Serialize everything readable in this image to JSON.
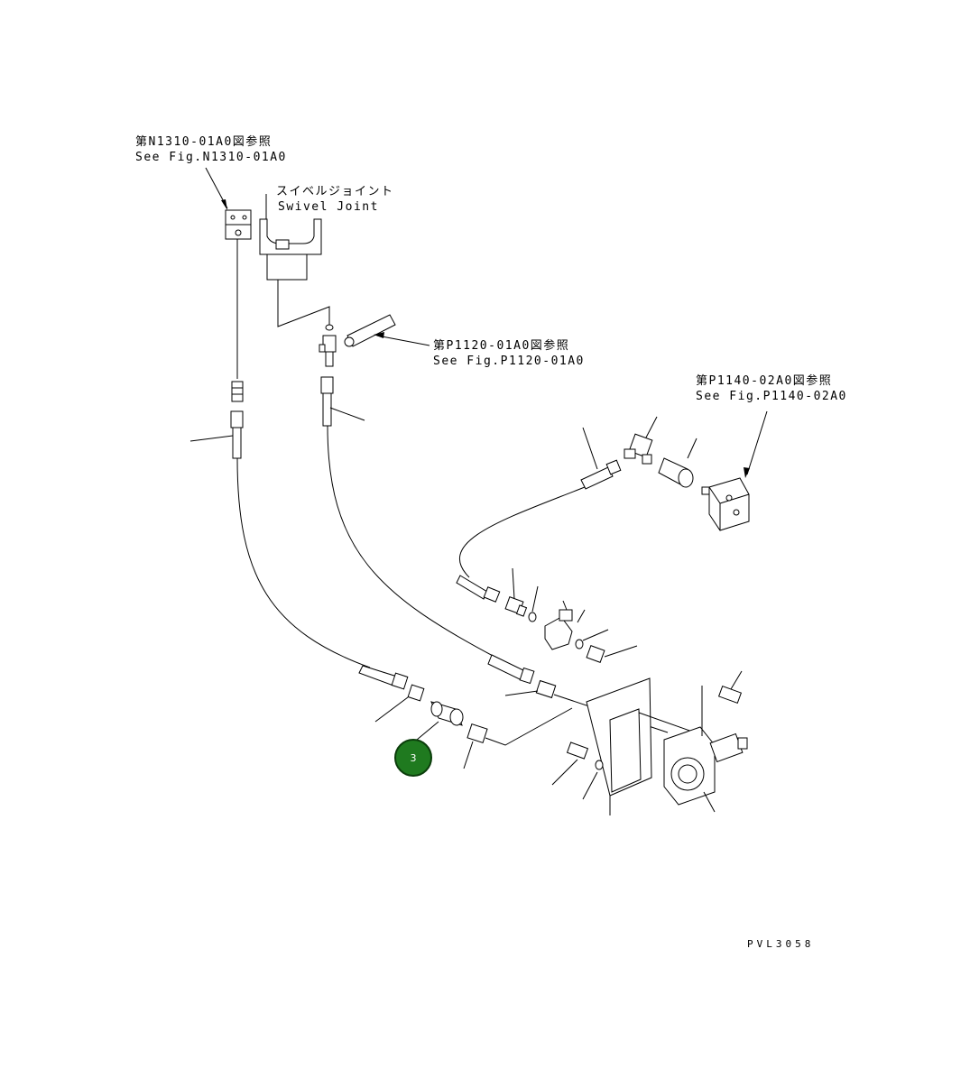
{
  "labels": {
    "n1310_jp": "第N1310-01A0図参照",
    "n1310_en": "See Fig.N1310-01A0",
    "swivel_jp": "スイベルジョイント",
    "swivel_en": "Swivel Joint",
    "p1120_jp": "第P1120-01A0図参照",
    "p1120_en": "See Fig.P1120-01A0",
    "p1140_jp": "第P1140-02A0図参照",
    "p1140_en": "See Fig.P1140-02A0",
    "drawing_code": "PVL3058"
  },
  "hotspot": {
    "label": "3",
    "color": "#1f7a1f"
  }
}
